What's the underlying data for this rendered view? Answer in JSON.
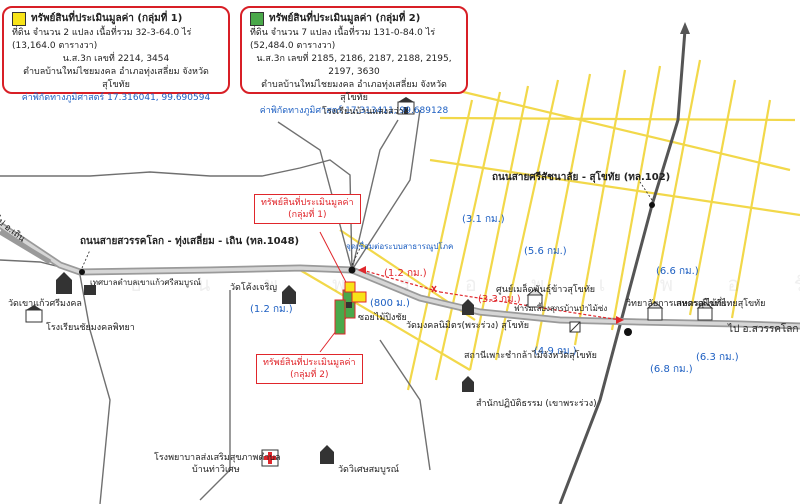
{
  "legend": {
    "group1": {
      "title": "ทรัพย์สินที่ประเมินมูลค่า (กลุ่มที่ 1)",
      "line1": "ที่ดิน จำนวน 2 แปลง เนื้อที่รวม 32-3-64.0 ไร่ (13,164.0 ตารางวา)",
      "line2": "น.ส.3ก เลขที่ 2214, 3454",
      "line3": "ตำบลบ้านใหม่ไชยมงคล อำเภอทุ่งเสลี่ยม จังหวัดสุโขทัย",
      "coord": "ค่าพิกัดทางภูมิศาสตร์ 17.316041, 99.690594",
      "swatch": "#f7e318"
    },
    "group2": {
      "title": "ทรัพย์สินที่ประเมินมูลค่า (กลุ่มที่ 2)",
      "line1": "ที่ดิน จำนวน 7 แปลง เนื้อที่รวม 131-0-84.0 ไร่ (52,484.0 ตารางวา)",
      "line2": "น.ส.3ก เลขที่ 2185, 2186, 2187, 2188, 2195, 2197, 3630",
      "line3": "ตำบลบ้านใหม่ไชยมงคล อำเภอทุ่งเสลี่ยม จังหวัดสุโขทัย",
      "coord": "ค่าพิกัดทางภูมิศาสตร์ 17.313411, 99.689128",
      "swatch": "#4aa84a"
    }
  },
  "roads": {
    "road_1048": "ถนนสายสวรรคโลก - ทุ่งเสลี่ยม - เถิน (ทล.1048)",
    "road_102": "ถนนสายศรีสัชนาลัย - สุโขทัย (ทล.102)",
    "to_left": "ไป อ.เถิน",
    "to_right": "ไป อ.สวรรคโลก"
  },
  "callouts": {
    "group1_a": "ทรัพย์สินที่ประเมินมูลค่า",
    "group1_b": "(กลุ่มที่ 1)",
    "group2_a": "ทรัพย์สินที่ประเมินมูลค่า",
    "group2_b": "(กลุ่มที่ 2)"
  },
  "junction": "จุดเชื่อมต่อระบบสาธารณูปโภค",
  "distances": {
    "d1": "(3.1 กม.)",
    "d2": "(5.6 กม.)",
    "d3": "(1.2 กม.)",
    "d4": "(3.3 กม.)",
    "d5": "(800 ม.)",
    "d6": "(1.2 กม.)",
    "d7": "(6.6 กม.)",
    "d8": "(4.9 กม.)",
    "d9": "(6.3 กม.)",
    "d10": "(6.8 กม.)"
  },
  "places": {
    "p1": "โรงเรียนบ้านแสงสว่าง",
    "p2": "เทศบาลตำบลเขาแก้วศรีสมบูรณ์",
    "p3": "วัดเขาแก้วศรีมงคล",
    "p4": "โรงเรียนชัยมงคลพิทยา",
    "p5": "วัดโค้งเจริญ",
    "p6": "วัดมงคลนิมิตร(พระร่วง) สุโขทัย",
    "p7": "ซอยไม้ปิงชัย",
    "p8": "ศูนย์เมล็ดพันธุ์ข้าวสุโขทัย",
    "p9": "สถานีเพาะชำกล้าไม้จังหวัดสุโขทัย",
    "p10": "สำนักปฏิบัติธรรม (เขาพระร่วง)",
    "p11": "วิทยาลัยการเกษตรสุโขทัย",
    "p12": "สหกรณ์ไม้กี่ไทยสุโขทัย",
    "p13": "ฟาร์มเลี้ยงสุกรบ้านป่าไม้ซ่ง",
    "p14": "โรงพยาบาลส่งเสริมสุขภาพตำบล",
    "p15": "บ้านท่าวิเศษ",
    "p16": "วัดวิเศษสมบูรณ์"
  },
  "watermark": "ธ น พ พ ร อ พ เ พ อ ร์ ตี้"
}
